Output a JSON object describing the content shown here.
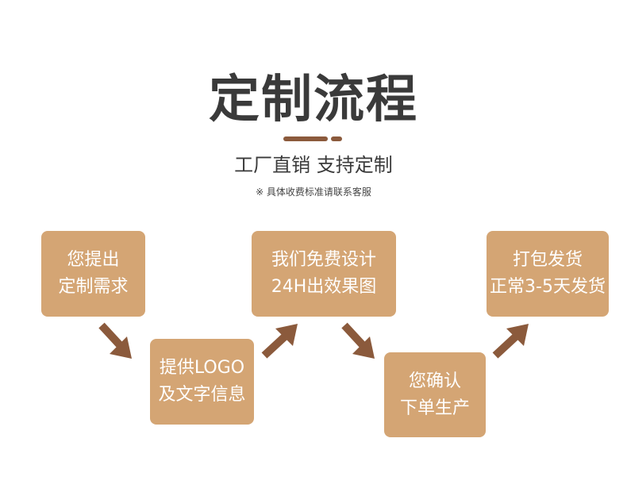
{
  "header": {
    "title": "定制流程",
    "subtitle": "工厂直销 支持定制",
    "note": "※ 具体收费标准请联系客服"
  },
  "colors": {
    "title": "#3a3a3a",
    "accent": "#8b5a3c",
    "box": "#d4a574",
    "box_text": "#ffffff",
    "arrow": "#8b5a3c"
  },
  "steps": [
    {
      "line1": "您提出",
      "line2": "定制需求"
    },
    {
      "line1": "提供LOGO",
      "line2": "及文字信息"
    },
    {
      "line1": "我们免费设计",
      "line2": "24H出效果图"
    },
    {
      "line1": "您确认",
      "line2": "下单生产"
    },
    {
      "line1": "打包发货",
      "line2": "正常3-5天发货"
    }
  ],
  "arrows": [
    {
      "icon": "arrow-down-right-icon"
    },
    {
      "icon": "arrow-up-right-icon"
    },
    {
      "icon": "arrow-down-right-icon"
    },
    {
      "icon": "arrow-up-right-icon"
    }
  ]
}
